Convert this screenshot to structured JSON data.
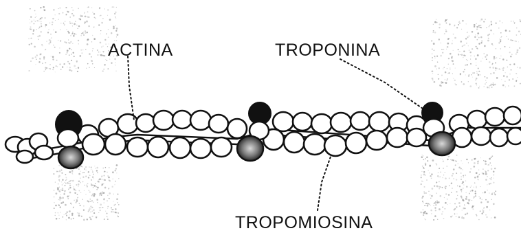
{
  "labels": {
    "actina": "ACTINA",
    "troponina": "TROPONINA",
    "tropomiosina": "TROPOMIOSINA"
  },
  "colors": {
    "ink": "#111111",
    "stipple": "#9a9a9a",
    "fill": "#ffffff"
  }
}
